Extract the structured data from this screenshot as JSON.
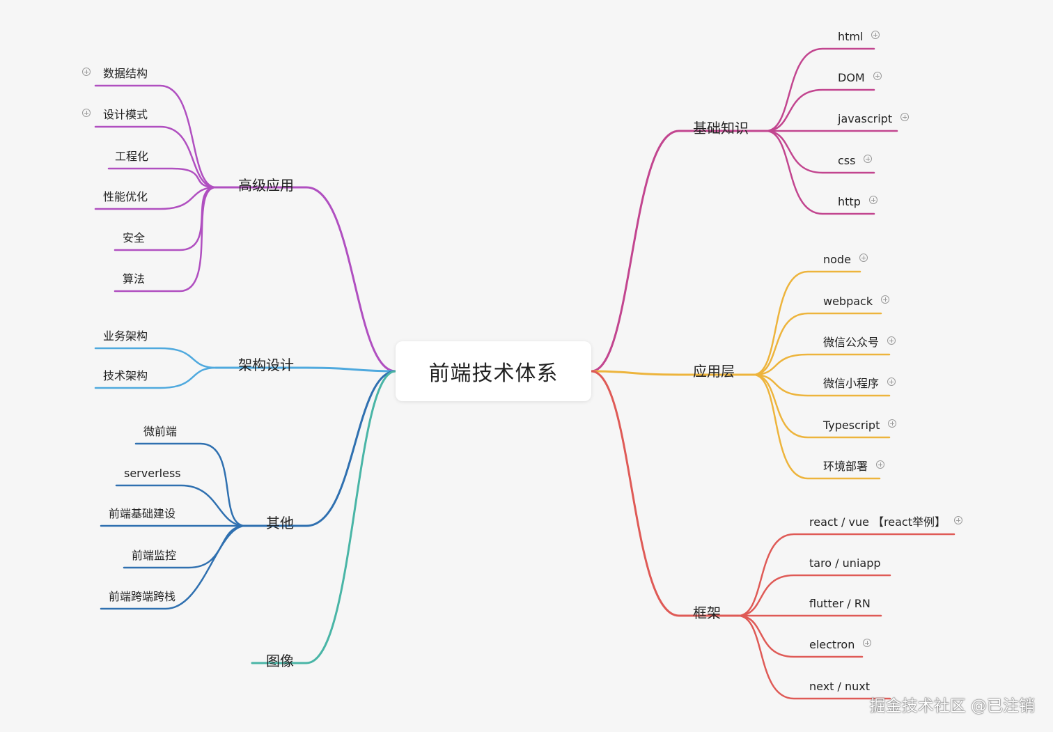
{
  "root": {
    "label": "前端技术体系"
  },
  "colors": {
    "purple": "#b04fc0",
    "blue": "#4fa9de",
    "darkblue": "#2f70b0",
    "teal": "#49b5a6",
    "magenta": "#c2458f",
    "yellow": "#edb43c",
    "red": "#df5a56",
    "expand_icon": "#9a9a9a"
  },
  "left_branches": [
    {
      "label": "高级应用",
      "color": "purple",
      "children": [
        {
          "label": "数据结构",
          "collapsed": true
        },
        {
          "label": "设计模式",
          "collapsed": true
        },
        {
          "label": "工程化"
        },
        {
          "label": "性能优化"
        },
        {
          "label": "安全"
        },
        {
          "label": "算法"
        }
      ]
    },
    {
      "label": "架构设计",
      "color": "blue",
      "children": [
        {
          "label": "业务架构"
        },
        {
          "label": "技术架构"
        }
      ]
    },
    {
      "label": "其他",
      "color": "darkblue",
      "children": [
        {
          "label": "微前端"
        },
        {
          "label": "serverless"
        },
        {
          "label": "前端基础建设"
        },
        {
          "label": "前端监控"
        },
        {
          "label": "前端跨端跨栈"
        }
      ]
    },
    {
      "label": "图像",
      "color": "teal",
      "children": []
    }
  ],
  "right_branches": [
    {
      "label": "基础知识",
      "color": "magenta",
      "children": [
        {
          "label": "html",
          "collapsed": true
        },
        {
          "label": "DOM",
          "collapsed": true
        },
        {
          "label": "javascript",
          "collapsed": true
        },
        {
          "label": "css",
          "collapsed": true
        },
        {
          "label": "http",
          "collapsed": true
        }
      ]
    },
    {
      "label": "应用层",
      "color": "yellow",
      "children": [
        {
          "label": "node",
          "collapsed": true
        },
        {
          "label": "webpack",
          "collapsed": true
        },
        {
          "label": "微信公众号",
          "collapsed": true
        },
        {
          "label": "微信小程序",
          "collapsed": true
        },
        {
          "label": "Typescript",
          "collapsed": true
        },
        {
          "label": "环境部署",
          "collapsed": true
        }
      ]
    },
    {
      "label": "框架",
      "color": "red",
      "children": [
        {
          "label": "react / vue 【react举例】",
          "collapsed": true
        },
        {
          "label": "taro / uniapp"
        },
        {
          "label": "flutter / RN"
        },
        {
          "label": "electron",
          "collapsed": true
        },
        {
          "label": "next / nuxt"
        }
      ]
    }
  ],
  "watermark": "掘金技术社区 @已注销"
}
